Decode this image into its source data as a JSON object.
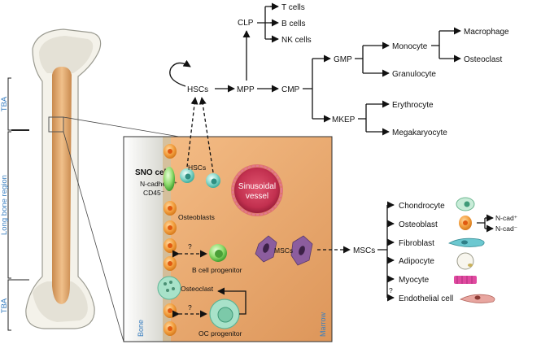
{
  "colors": {
    "marrow": "#e6a46a",
    "bone_shaft": "#e0a56b",
    "osteoblast": "#f19a35",
    "hsc": "#7fd6c9",
    "msc": "#8c5d9e",
    "sinusoid": "#c83254",
    "label_blue": "#3a7fc0"
  },
  "bone_regions": {
    "tba_top": "TBA",
    "long_bone": "Long bone region",
    "tba_bottom": "TBA"
  },
  "niche": {
    "sno_cell_title": "SNO cell",
    "sno_marker_1": "N-cadherin⁺",
    "sno_marker_2": "CD45⁻",
    "hscs": "HSCs",
    "sinusoidal_1": "Sinusoidal",
    "sinusoidal_2": "vessel",
    "osteoblasts": "Osteoblasts",
    "b_cell_progenitor": "B cell progenitor",
    "mscs": "MSCs",
    "osteoclast": "Osteoclast",
    "oc_progenitor": "OC progenitor",
    "bone": "Bone",
    "marrow": "Marrow",
    "question": "?"
  },
  "hematopoietic": {
    "hscs": "HSCs",
    "mpp": "MPP",
    "clp": "CLP",
    "cmp": "CMP",
    "t_cells": "T cells",
    "b_cells": "B cells",
    "nk_cells": "NK cells",
    "gmp": "GMP",
    "mkep": "MKEP",
    "monocyte": "Monocyte",
    "granulocyte": "Granulocyte",
    "macrophage": "Macrophage",
    "osteoclast": "Osteoclast",
    "erythrocyte": "Erythrocyte",
    "megakaryocyte": "Megakaryocyte"
  },
  "mesenchymal": {
    "mscs": "MSCs",
    "chondrocyte": "Chondrocyte",
    "osteoblast": "Osteoblast",
    "fibroblast": "Fibroblast",
    "adipocyte": "Adipocyte",
    "myocyte": "Myocyte",
    "endothelial": "Endothelial cell",
    "ncad_pos": "N-cad⁺",
    "ncad_neg": "N-cad⁻",
    "question": "?"
  }
}
